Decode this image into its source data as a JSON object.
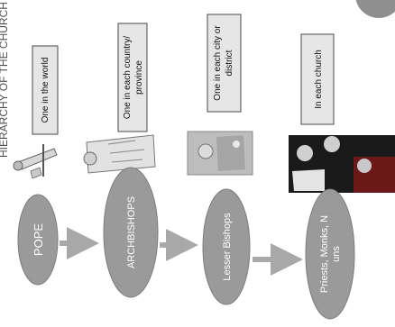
{
  "title_fragment": "HIERARCHY OF THE CHURCH",
  "levels": [
    {
      "node": "POPE",
      "note": "One in the world"
    },
    {
      "node": "ARCHBISHOPS",
      "note": "One in each country/ province"
    },
    {
      "node": "Lesser Bishops",
      "note": "One in each city or district"
    },
    {
      "node": "Priests, Monks, N uns",
      "note": "In each church"
    }
  ],
  "colors": {
    "ellipse_fill": "#9a9a9a",
    "ellipse_edge": "#7d7d7d",
    "arrow": "#a8a8a8",
    "box_fill": "#e6e6e6",
    "box_edge": "#4a4a4a",
    "decor_circle": "#8f8f8f"
  },
  "icons": [
    "pope-figure-icon",
    "archbishop-figure-icon",
    "bishop-photo-icon",
    "priests-monks-nuns-photo-icon"
  ]
}
